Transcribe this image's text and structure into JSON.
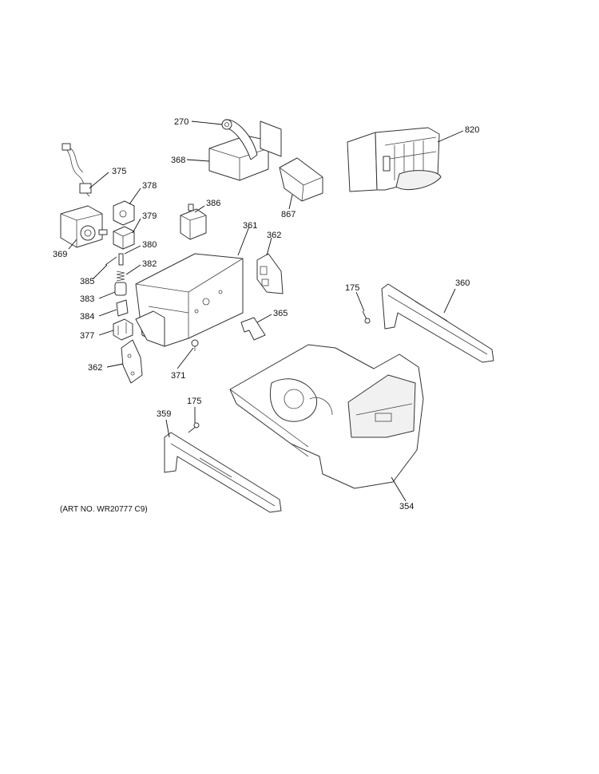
{
  "parts": {
    "p270": "270",
    "p368": "368",
    "p820": "820",
    "p375": "375",
    "p378": "378",
    "p379": "379",
    "p386": "386",
    "p867": "867",
    "p369": "369",
    "p380": "380",
    "p361": "361",
    "p362a": "362",
    "p382": "382",
    "p385": "385",
    "p383": "383",
    "p384": "384",
    "p377": "377",
    "p365": "365",
    "p175a": "175",
    "p360": "360",
    "p362b": "362",
    "p371": "371",
    "p175b": "175",
    "p359": "359",
    "p354": "354"
  },
  "art_number": "(ART NO. WR20777 C9)"
}
